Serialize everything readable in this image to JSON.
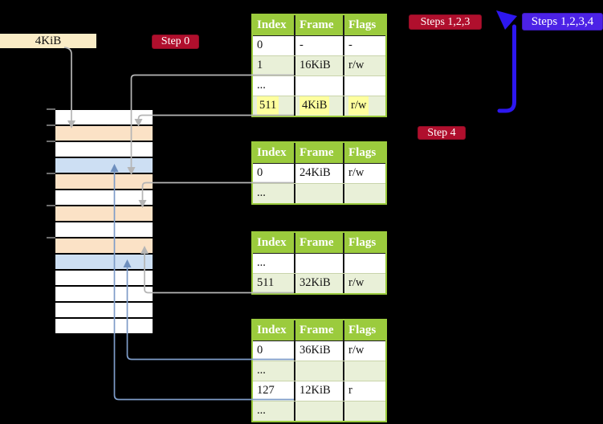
{
  "labels": {
    "page_size": "4KiB",
    "step0": "Step 0",
    "steps123": "Steps 1,2,3",
    "steps1234": "Steps 1,2,3,4",
    "step4": "Step 4"
  },
  "colors": {
    "background": "#000000",
    "page_size_label_bg": "#FAECC6",
    "crimson_badge_bg": "#B00F2D",
    "violet_badge_bg": "#4C22E6",
    "loop_arrow_blue": "#2D17EF",
    "table_header_green": "#9BCB3D",
    "table_alt_row_green": "#E9F0D8",
    "highlight_yellow": "#FEFF9E",
    "frame_pagetable_orange": "#FBE2C6",
    "frame_data_blue": "#CDDFF3",
    "connector_gray": "#B5B5B5",
    "connector_steelblue": "#7E9CC8"
  },
  "memory": {
    "rows": [
      {
        "kind": "free"
      },
      {
        "kind": "page-table"
      },
      {
        "kind": "free"
      },
      {
        "kind": "data"
      },
      {
        "kind": "page-table"
      },
      {
        "kind": "free"
      },
      {
        "kind": "page-table"
      },
      {
        "kind": "free"
      },
      {
        "kind": "page-table"
      },
      {
        "kind": "data"
      },
      {
        "kind": "free"
      },
      {
        "kind": "free"
      },
      {
        "kind": "free"
      },
      {
        "kind": "free"
      }
    ]
  },
  "tables": [
    {
      "header": [
        "Index",
        "Frame",
        "Flags"
      ],
      "rows": [
        [
          "0",
          "-",
          "-"
        ],
        [
          "1",
          "16KiB",
          "r/w"
        ],
        [
          "...",
          "",
          ""
        ],
        [
          "511",
          "4KiB",
          "r/w"
        ]
      ],
      "highlight_row": 3
    },
    {
      "header": [
        "Index",
        "Frame",
        "Flags"
      ],
      "rows": [
        [
          "0",
          "24KiB",
          "r/w"
        ],
        [
          "...",
          "",
          ""
        ]
      ]
    },
    {
      "header": [
        "Index",
        "Frame",
        "Flags"
      ],
      "rows": [
        [
          "...",
          "",
          ""
        ],
        [
          "511",
          "32KiB",
          "r/w"
        ]
      ]
    },
    {
      "header": [
        "Index",
        "Frame",
        "Flags"
      ],
      "rows": [
        [
          "0",
          "36KiB",
          "r/w"
        ],
        [
          "...",
          "",
          ""
        ],
        [
          "127",
          "12KiB",
          "r"
        ],
        [
          "...",
          "",
          ""
        ]
      ]
    }
  ]
}
